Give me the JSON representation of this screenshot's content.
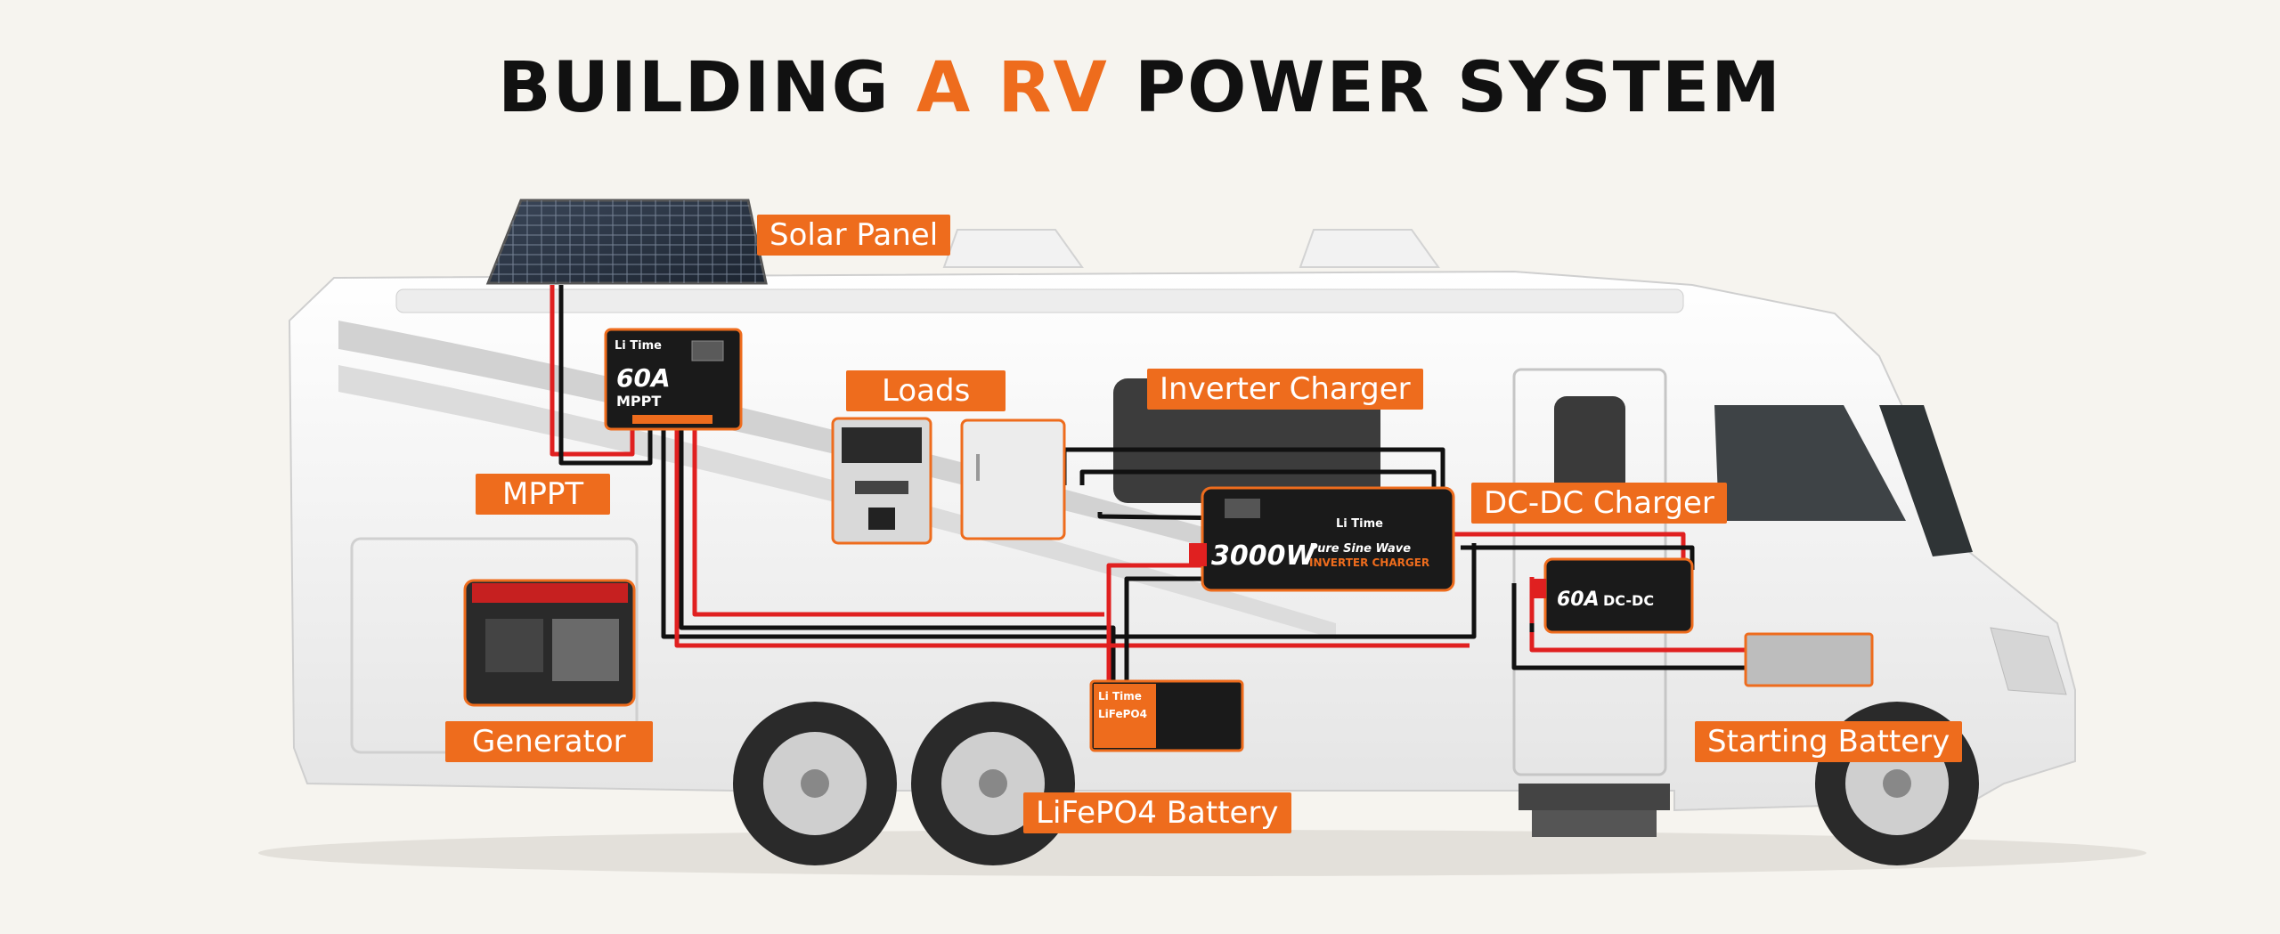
{
  "title": {
    "part1": "BUILDING",
    "part2": "A RV",
    "part3": "POWER SYSTEM"
  },
  "labels": {
    "solar_panel": "Solar Panel",
    "mppt": "MPPT",
    "loads": "Loads",
    "inverter_charger": "Inverter Charger",
    "dc_dc_charger": "DC-DC Charger",
    "generator": "Generator",
    "lifepo4_battery": "LiFePO4 Battery",
    "starting_battery": "Starting Battery"
  },
  "devices": {
    "mppt": {
      "brand": "Li Time",
      "rating": "60A",
      "type": "MPPT"
    },
    "inverter": {
      "brand": "Li Time",
      "rating": "3000W",
      "line1": "Pure Sine Wave",
      "line2": "INVERTER CHARGER"
    },
    "dcdc": {
      "rating": "60A",
      "type": "DC-DC"
    },
    "battery": {
      "brand": "Li Time",
      "chem": "LiFePO4"
    }
  },
  "colors": {
    "accent": "#ee6c1d",
    "wire_red": "#e02020",
    "wire_black": "#111111"
  }
}
